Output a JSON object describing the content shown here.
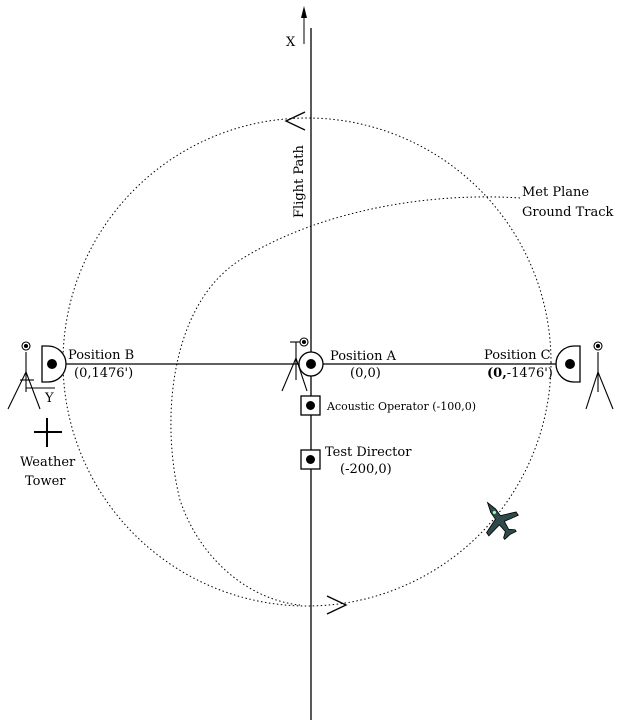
{
  "axes": {
    "x_label": "X",
    "y_label": "Y",
    "flight_path_label": "Flight Path"
  },
  "met_plane": {
    "line1": "Met Plane",
    "line2": "Ground Track"
  },
  "positions": {
    "a": {
      "name": "Position A",
      "coords": "(0,0)"
    },
    "b": {
      "name": "Position B",
      "coords": "(0,1476')"
    },
    "c": {
      "name": "Position C",
      "coords_bold": "(0,",
      "coords_rest": "-1476')"
    }
  },
  "acoustic_operator": {
    "label": "Acoustic Operator (-100,0)"
  },
  "test_director": {
    "name": "Test Director",
    "coords": "(-200,0)"
  },
  "weather_tower": {
    "line1": "Weather",
    "line2": "Tower"
  },
  "colors": {
    "line": "#000000",
    "aircraft": "#2e4a4a"
  }
}
